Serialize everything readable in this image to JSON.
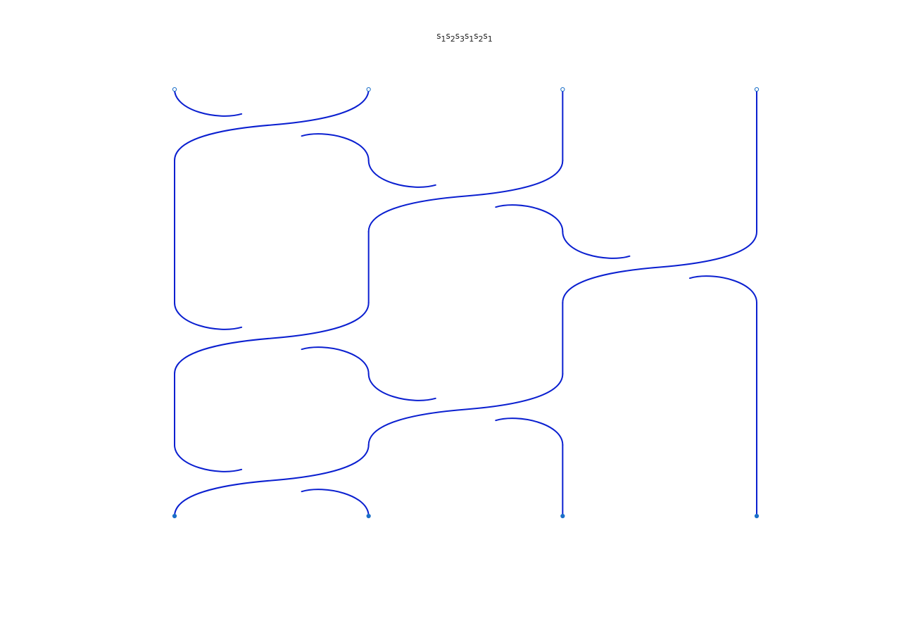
{
  "title": {
    "generators": [
      {
        "letter": "s",
        "index": "1"
      },
      {
        "letter": "s",
        "index": "2"
      },
      {
        "letter": "s",
        "index": "3"
      },
      {
        "letter": "s",
        "index": "1"
      },
      {
        "letter": "s",
        "index": "2"
      },
      {
        "letter": "s",
        "index": "1"
      }
    ]
  },
  "braid": {
    "strands": 4,
    "word": [
      1,
      2,
      3,
      1,
      2,
      1
    ],
    "strand_color": "#0a1fd0",
    "endpoint_color": "#1a6fc8"
  }
}
